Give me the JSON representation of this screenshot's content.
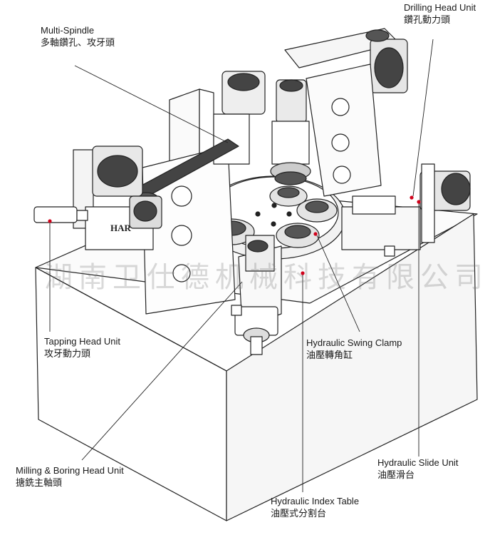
{
  "labels": {
    "multi_spindle": {
      "en": "Multi-Spindle",
      "zh": "多軸鑽孔、攻牙頭"
    },
    "drilling_head": {
      "en": "Drilling Head Unit",
      "zh": "鑽孔動力頭"
    },
    "tapping_head": {
      "en": "Tapping Head Unit",
      "zh": "攻牙動力頭"
    },
    "swing_clamp": {
      "en": "Hydraulic Swing Clamp",
      "zh": "油壓轉角缸"
    },
    "milling_boring": {
      "en": "Milling & Boring Head Unit",
      "zh": "搪銑主軸頭"
    },
    "slide_unit": {
      "en": "Hydraulic Slide Unit",
      "zh": "油壓滑台"
    },
    "index_table": {
      "en": "Hydraulic Index Table",
      "zh": "油壓式分割台"
    }
  },
  "machine": {
    "brand_plate": "HAR"
  },
  "watermark": "湖南卫仕德机械科技有限公司",
  "colors": {
    "line": "#222222",
    "leader_dot": "#d0021b",
    "watermark": "#999999"
  }
}
